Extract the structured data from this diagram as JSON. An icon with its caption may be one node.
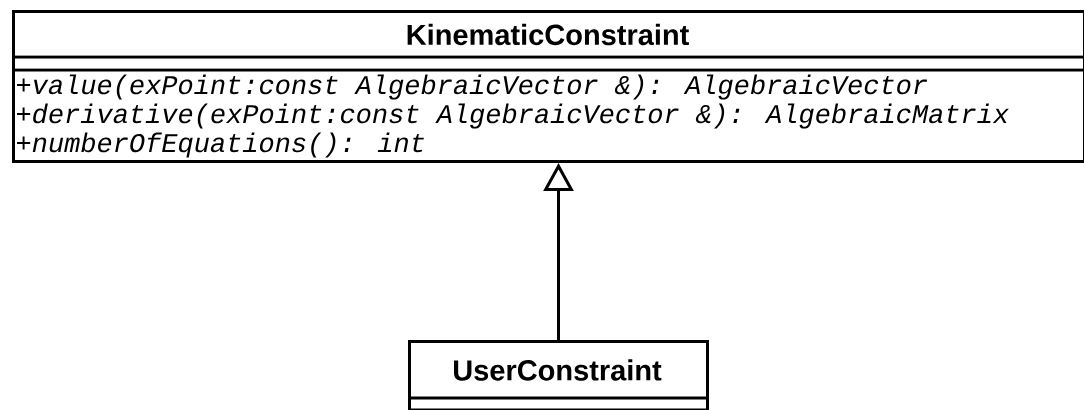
{
  "diagram": {
    "nodes": [
      {
        "text": [
          "KinematicConstraint",
          "+value(exPoint:const AlgebraicVector &): AlgebraicVector",
          "+derivative(exPoint:const AlgebraicVector &): AlgebraicMatrix",
          "+numberOfEquations(): int"
        ]
      },
      {
        "text": [
          "UserConstraint"
        ]
      }
    ],
    "edges": [
      {
        "from": 1,
        "to": 0,
        "arrow": "to"
      }
    ]
  }
}
